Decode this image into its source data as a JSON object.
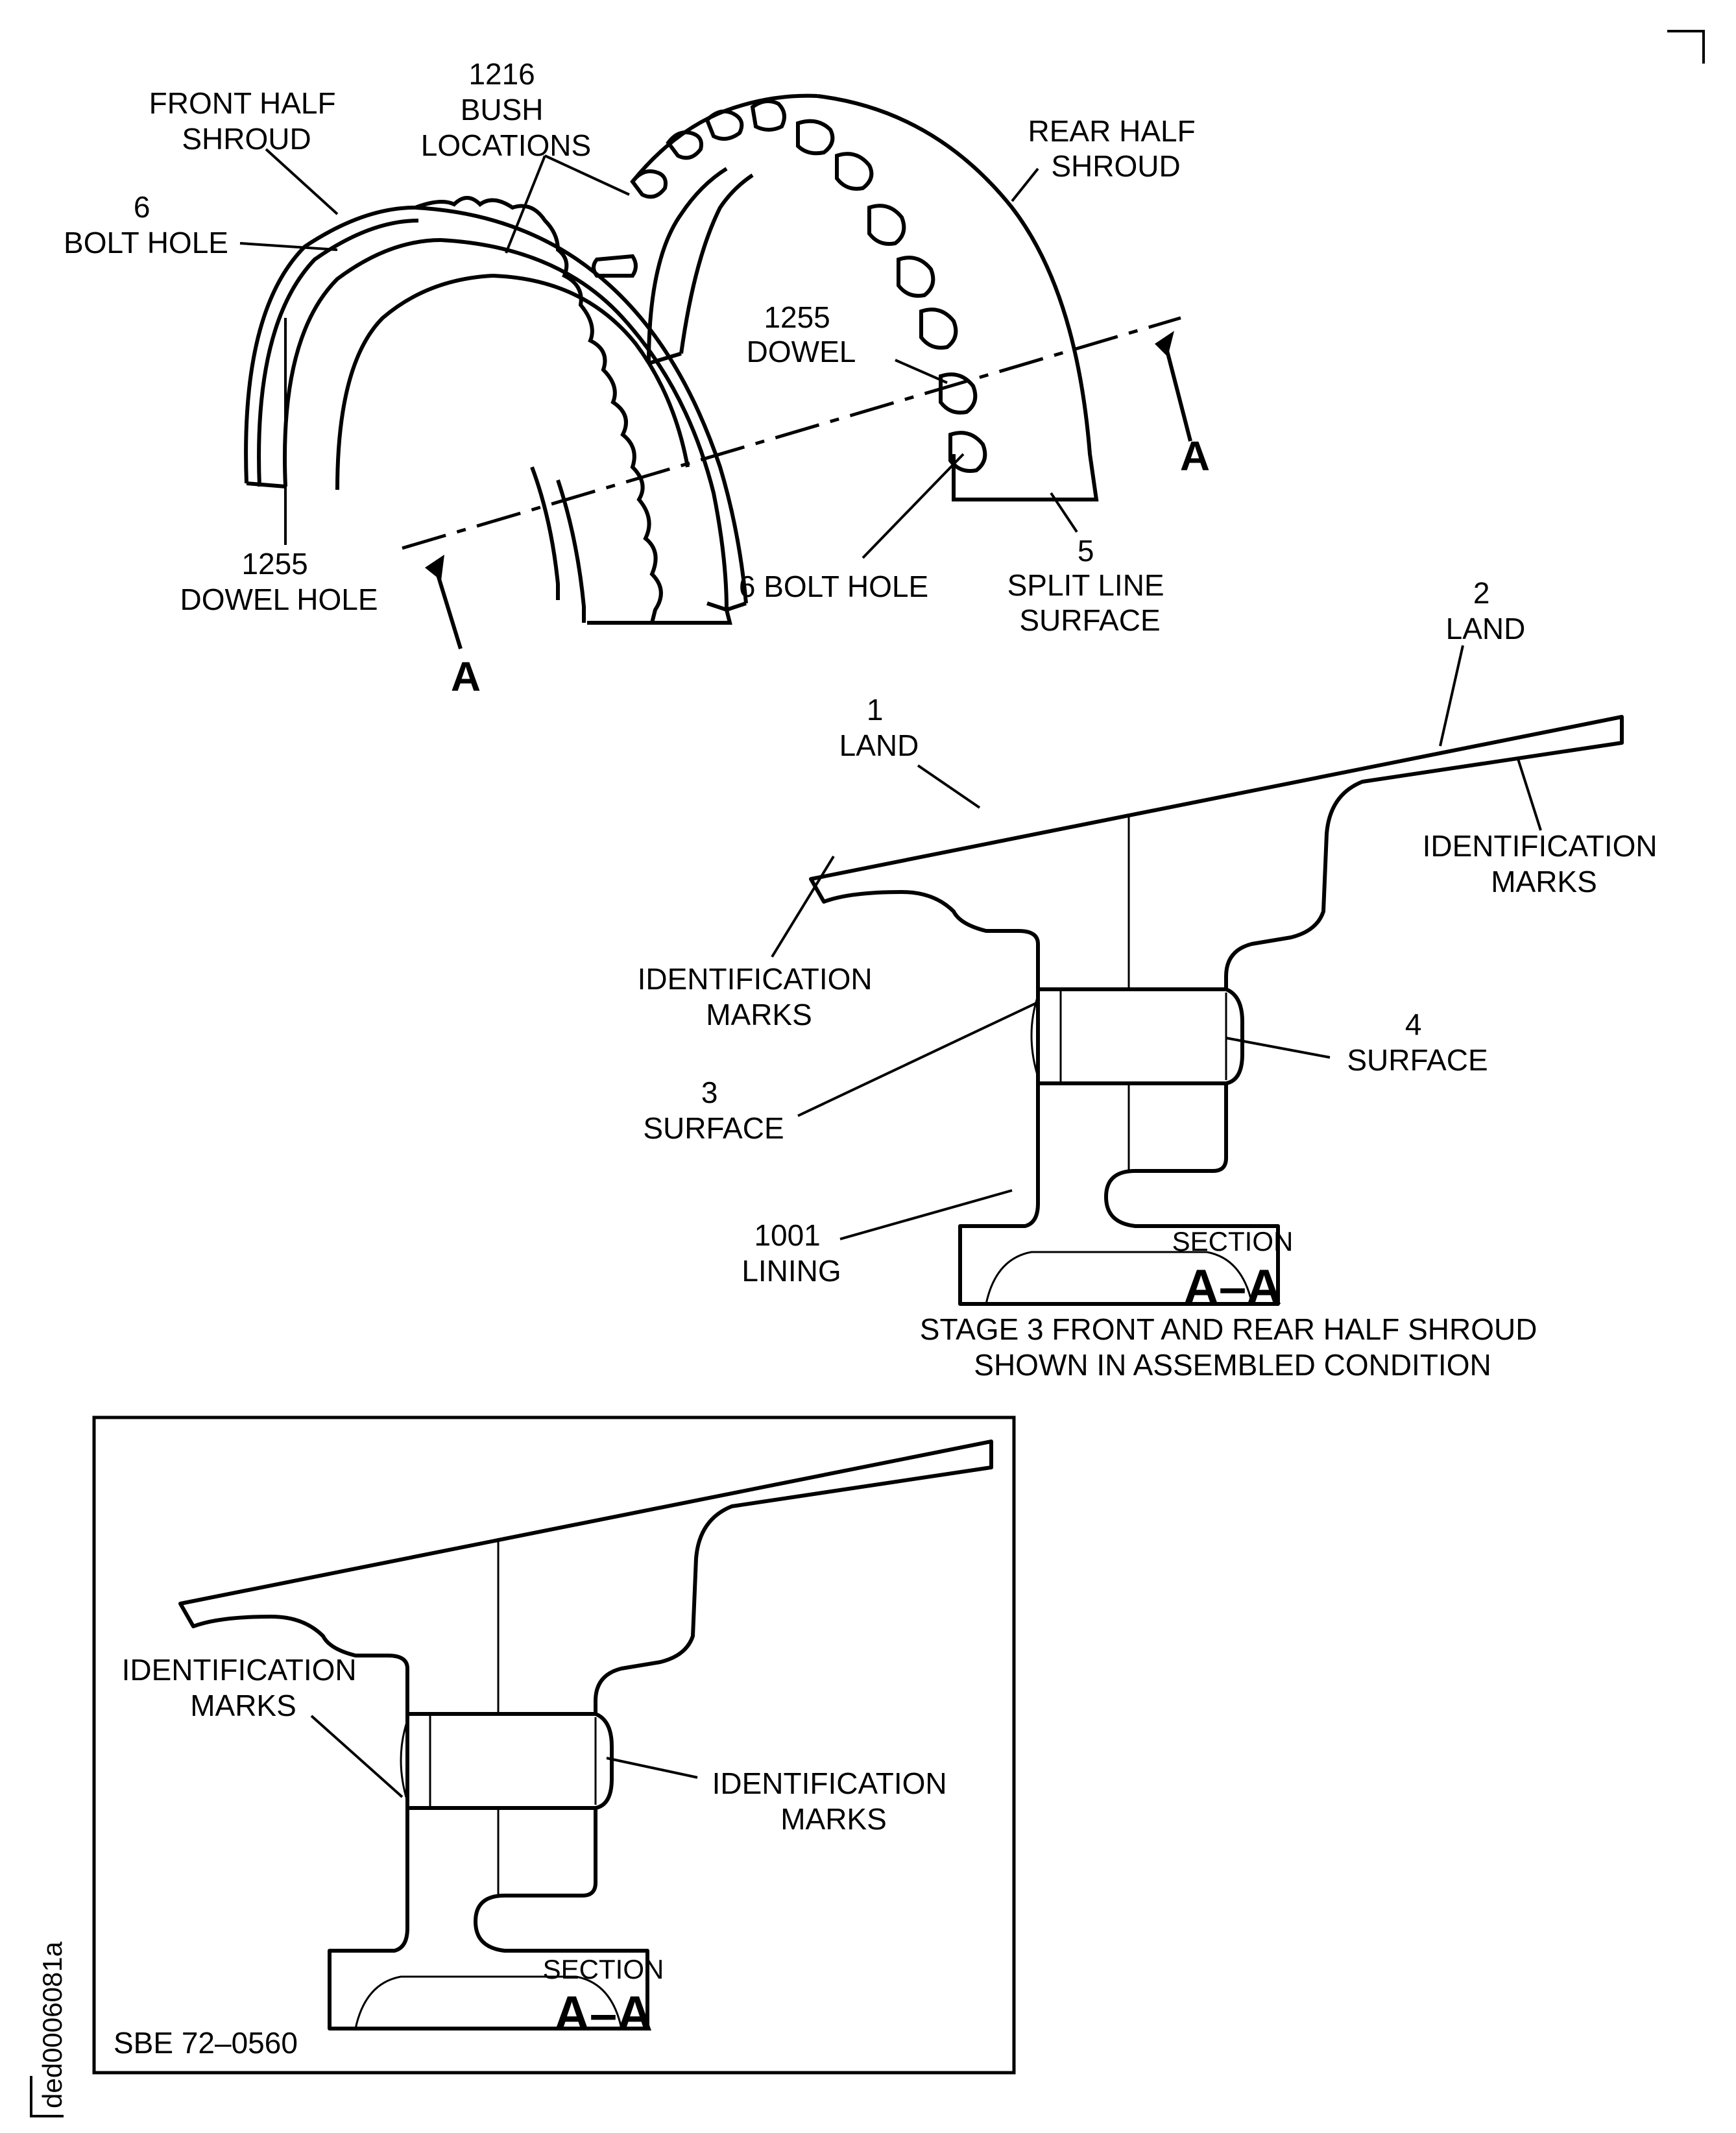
{
  "upper_view": {
    "front_half_shroud": [
      "FRONT HALF",
      "SHROUD"
    ],
    "bush_locations": [
      "1216",
      "BUSH",
      "LOCATIONS"
    ],
    "rear_half_shroud": [
      "REAR HALF",
      "SHROUD"
    ],
    "bolt_hole_front": [
      "6",
      "BOLT HOLE"
    ],
    "dowel": [
      "1255",
      "DOWEL"
    ],
    "dowel_hole": [
      "1255",
      "DOWEL HOLE"
    ],
    "bolt_hole_rear": "6 BOLT HOLE",
    "split_line_surface": [
      "5",
      "SPLIT LINE",
      "SURFACE"
    ],
    "section_marker_right": "A",
    "section_marker_left": "A"
  },
  "section_view": {
    "land_1": [
      "1",
      "LAND"
    ],
    "land_2": [
      "2",
      "LAND"
    ],
    "identification_marks_right": [
      "IDENTIFICATION",
      "MARKS"
    ],
    "identification_marks_left": [
      "IDENTIFICATION",
      "MARKS"
    ],
    "surface_3": [
      "3",
      "SURFACE"
    ],
    "surface_4": [
      "4",
      "SURFACE"
    ],
    "lining": [
      "1001",
      "LINING"
    ],
    "section_word": "SECTION",
    "section_id": "A–A",
    "caption": [
      "STAGE 3 FRONT AND REAR HALF SHROUD",
      "SHOWN IN ASSEMBLED CONDITION"
    ]
  },
  "inset_view": {
    "identification_marks_left": [
      "IDENTIFICATION",
      "MARKS"
    ],
    "identification_marks_right": [
      "IDENTIFICATION",
      "MARKS"
    ],
    "section_word": "SECTION",
    "section_id": "A–A",
    "reference": "SBE 72–0560"
  },
  "figure_code": "ded0006081a"
}
